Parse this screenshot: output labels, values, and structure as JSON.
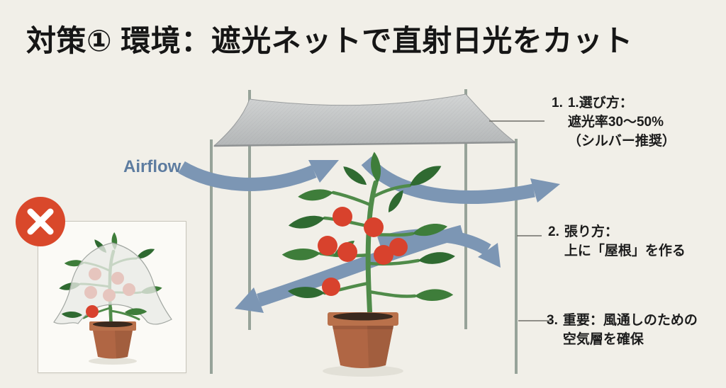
{
  "title": "対策① 環境：遮光ネットで直射日光をカット",
  "diagram": {
    "airflow_label": "Airflow"
  },
  "annotations": {
    "item1": {
      "number": "1.",
      "line1": "1.選び方：",
      "line2": "遮光率30～50%",
      "line3": "（シルバー推奨）"
    },
    "item2": {
      "number": "2.",
      "line1": "張り方：",
      "line2": "上に「屋根」を作る"
    },
    "item3": {
      "number": "3.",
      "line1": "重要：風通しのための",
      "line2": "空気層を確保"
    }
  },
  "icons": {
    "error_icon": "error-x-icon",
    "shade_net": "shade-net-canopy",
    "airflow_arrows": "airflow-arrow"
  },
  "colors": {
    "background": "#f1efe8",
    "title_text": "#161616",
    "annotation_text": "#1c1c1c",
    "airflow_arrow": "#7c96b4",
    "airflow_label_text": "#5d7ca0",
    "shade_net": "#c1c4c5",
    "pole": "#97a399",
    "error_red": "#d9482b",
    "tomato_red": "#d8422d",
    "leaf_green": "#3e7d3a",
    "pot_terracotta": "#b06644"
  }
}
